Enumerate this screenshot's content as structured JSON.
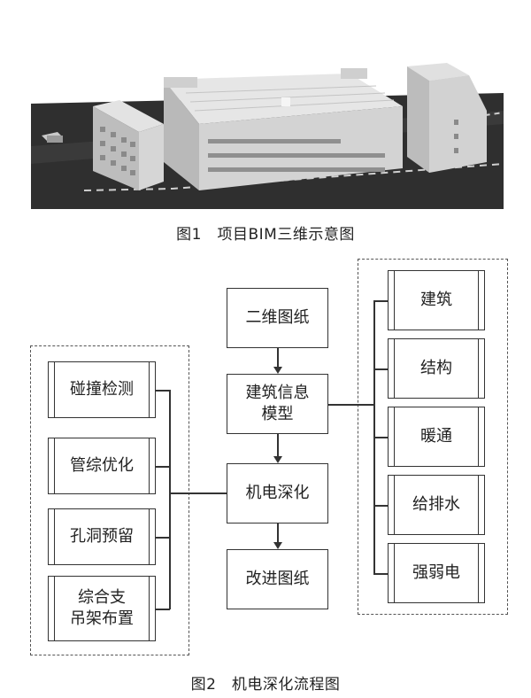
{
  "figure1": {
    "caption": "图1　项目BIM三维示意图"
  },
  "figure2": {
    "caption": "图2　机电深化流程图",
    "center_flow": [
      "二维图纸",
      "建筑信息\n模型",
      "机电深化",
      "改进图纸"
    ],
    "left_group": [
      "碰撞检测",
      "管综优化",
      "孔洞预留",
      "综合支\n吊架布置"
    ],
    "right_group": [
      "建筑",
      "结构",
      "暖通",
      "给排水",
      "强弱电"
    ]
  },
  "colors": {
    "line": "#333333",
    "dashed": "#555555",
    "render_bg": "#2e2e2e",
    "building": "#d9d9d9"
  }
}
